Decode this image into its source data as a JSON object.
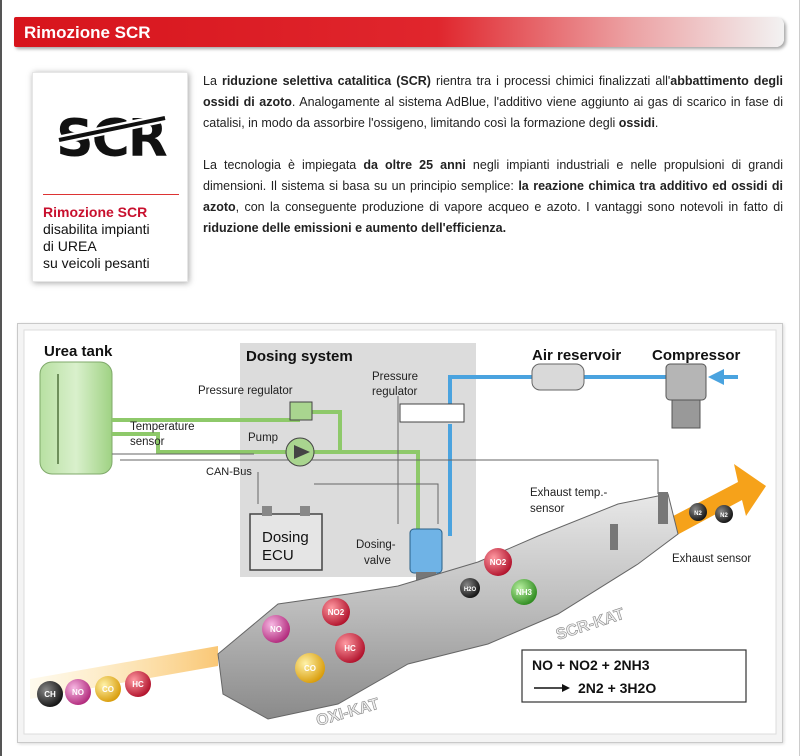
{
  "header": {
    "title": "Rimozione SCR"
  },
  "logo": {
    "mark_text": "SCR",
    "caption_title": "Rimozione SCR",
    "caption_lines": [
      "disabilita impianti",
      "di UREA",
      "su veicoli pesanti"
    ]
  },
  "intro": {
    "p1": [
      {
        "t": "La "
      },
      {
        "t": "riduzione selettiva catalitica (SCR)",
        "b": true
      },
      {
        "t": " rientra tra i processi chimici finalizzati all'"
      },
      {
        "t": "abbattimento degli ossidi di azoto",
        "b": true
      },
      {
        "t": ". Analogamente al sistema AdBlue, l'additivo viene aggiunto ai gas di scarico in fase di catalisi, in modo da assorbire l'ossigeno, limitando così la formazione degli "
      },
      {
        "t": "ossidi",
        "b": true
      },
      {
        "t": "."
      }
    ],
    "p2": [
      {
        "t": "La tecnologia è impiegata "
      },
      {
        "t": "da oltre 25 anni",
        "b": true
      },
      {
        "t": " negli impianti industriali e nelle propulsioni di grandi dimensioni. Il sistema si basa su un principio semplice: "
      },
      {
        "t": "la reazione chimica tra additivo ed ossidi di azoto",
        "b": true
      },
      {
        "t": ", con la conseguente produzione di vapore acqueo e azoto. I vantaggi sono notevoli in fatto di "
      },
      {
        "t": "riduzione delle emissioni e aumento dell'efficienza.",
        "b": true
      }
    ]
  },
  "diagram": {
    "labels": {
      "urea_tank": "Urea tank",
      "dosing_system": "Dosing system",
      "air_reservoir": "Air reservoir",
      "compressor": "Compressor",
      "pressure_regulator_1": "Pressure regulator",
      "pressure_regulator_2a": "Pressure",
      "pressure_regulator_2b": "regulator",
      "temperature_sensor_a": "Temperature",
      "temperature_sensor_b": "sensor",
      "pump": "Pump",
      "can_bus": "CAN-Bus",
      "dosing_ecu_a": "Dosing",
      "dosing_ecu_b": "ECU",
      "dosing_valve_a": "Dosing-",
      "dosing_valve_b": "valve",
      "exhaust_temp_a": "Exhaust temp.-",
      "exhaust_temp_b": "sensor",
      "exhaust_sensor": "Exhaust sensor",
      "scr_kat": "SCR-KAT",
      "oxi_kat": "OXI-KAT"
    },
    "molecules": {
      "inlet": [
        "CH",
        "NO",
        "CO",
        "HC"
      ],
      "oxi": [
        "NO",
        "NO2",
        "CO",
        "HC"
      ],
      "scr": [
        "NO2",
        "H2O",
        "NH3",
        "N2"
      ],
      "outlet": [
        "N2"
      ]
    },
    "equation": {
      "line1": "NO + NO2 + 2NH3",
      "line2": "2N2 + 3H2O"
    },
    "colors": {
      "accent_red": "#d7141c",
      "urea_green": "#8ec96a",
      "air_blue": "#4aa3df",
      "flow_orange": "#f6a21a"
    }
  }
}
